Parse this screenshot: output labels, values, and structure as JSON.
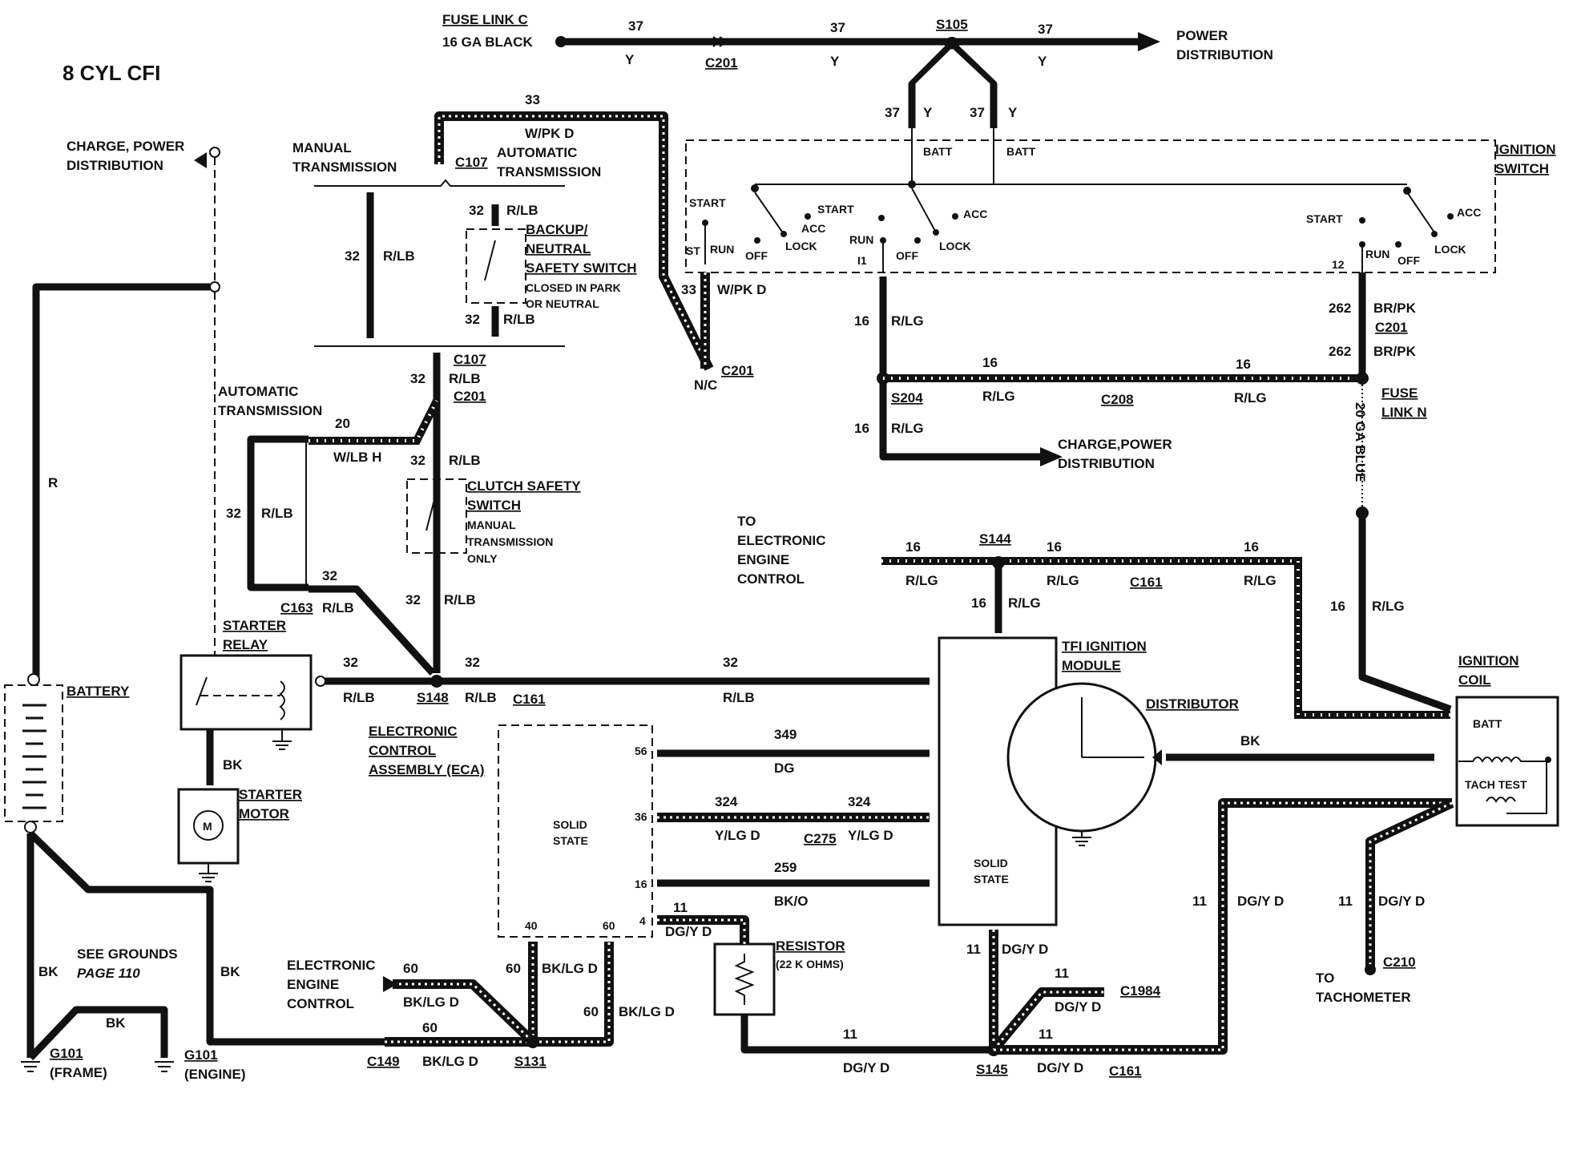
{
  "title": "8 CYL CFI",
  "labels": {
    "fuse_link_c": "FUSE LINK C",
    "fuse_link_c_wire": "16 GA BLACK",
    "power_distribution": [
      "POWER",
      "DISTRIBUTION"
    ],
    "charge_power_left": [
      "CHARGE, POWER",
      "DISTRIBUTION"
    ],
    "charge_power_mid": [
      "CHARGE,POWER",
      "DISTRIBUTION"
    ],
    "manual_transmission": [
      "MANUAL",
      "TRANSMISSION"
    ],
    "automatic_transmission_top": [
      "AUTOMATIC",
      "TRANSMISSION"
    ],
    "automatic_transmission_left": [
      "AUTOMATIC",
      "TRANSMISSION"
    ],
    "backup_switch": [
      "BACKUP/",
      "NEUTRAL",
      "SAFETY SWITCH"
    ],
    "backup_note": [
      "CLOSED IN PARK",
      "OR NEUTRAL"
    ],
    "clutch_switch": [
      "CLUTCH SAFETY",
      "SWITCH"
    ],
    "clutch_note": [
      "MANUAL",
      "TRANSMISSION",
      "ONLY"
    ],
    "starter_relay": [
      "STARTER",
      "RELAY"
    ],
    "battery": "BATTERY",
    "starter_motor": [
      "STARTER",
      "MOTOR"
    ],
    "ignition_switch": [
      "IGNITION",
      "SWITCH"
    ],
    "fuse_link_n": [
      "FUSE",
      "LINK N"
    ],
    "fuse_link_n_wire": "20 GA BLUE",
    "to_eec": [
      "TO",
      "ELECTRONIC",
      "ENGINE",
      "CONTROL"
    ],
    "tfi_module": [
      "TFI IGNITION",
      "MODULE"
    ],
    "distributor": "DISTRIBUTOR",
    "ignition_coil": [
      "IGNITION",
      "COIL"
    ],
    "eca": [
      "ELECTRONIC",
      "CONTROL",
      "ASSEMBLY (ECA)"
    ],
    "solid_state": [
      "SOLID",
      "STATE"
    ],
    "resistor": "RESISTOR",
    "resistor_value": "(22 K OHMS)",
    "eec_bottom": [
      "ELECTRONIC",
      "ENGINE",
      "CONTROL"
    ],
    "see_grounds": "SEE GROUNDS",
    "page_ref": "PAGE 110",
    "to_tachometer": [
      "TO",
      "TACHOMETER"
    ],
    "g101_frame": [
      "G101",
      "(FRAME)"
    ],
    "g101_engine": [
      "G101",
      "(ENGINE)"
    ],
    "batt": "BATT",
    "tach_test": "TACH TEST",
    "nc": "N/C",
    "i1": "I1"
  },
  "switch_positions": {
    "start": "START",
    "acc": "ACC",
    "lock": "LOCK",
    "run": "RUN",
    "off": "OFF",
    "st": "ST"
  },
  "connectors": {
    "C201": "C201",
    "S105": "S105",
    "C107": "C107",
    "C163": "C163",
    "S148": "S148",
    "C161": "C161",
    "S204": "S204",
    "C208": "C208",
    "S144": "S144",
    "C275": "C275",
    "C149": "C149",
    "S131": "S131",
    "S145": "S145",
    "C1984": "C1984",
    "C210": "C210"
  },
  "circuits": {
    "c37": "37",
    "c33": "33",
    "c32": "32",
    "c20": "20",
    "c16": "16",
    "c262": "262",
    "c12": "12",
    "c349": "349",
    "c324": "324",
    "c259": "259",
    "c11": "11",
    "c60": "60",
    "pin56": "56",
    "pin36": "36",
    "pin16": "16",
    "pin4": "4",
    "pin40": "40",
    "pin60": "60"
  },
  "colors": {
    "Y": "Y",
    "W_PK_D": "W/PK D",
    "R_LB": "R/LB",
    "W_LB_H": "W/LB H",
    "R_LG": "R/LG",
    "BR_PK": "BR/PK",
    "R": "R",
    "BK": "BK",
    "DG": "DG",
    "Y_LG_D": "Y/LG D",
    "BK_O": "BK/O",
    "DG_Y_D": "DG/Y D",
    "BK_LG_D": "BK/LG D"
  }
}
